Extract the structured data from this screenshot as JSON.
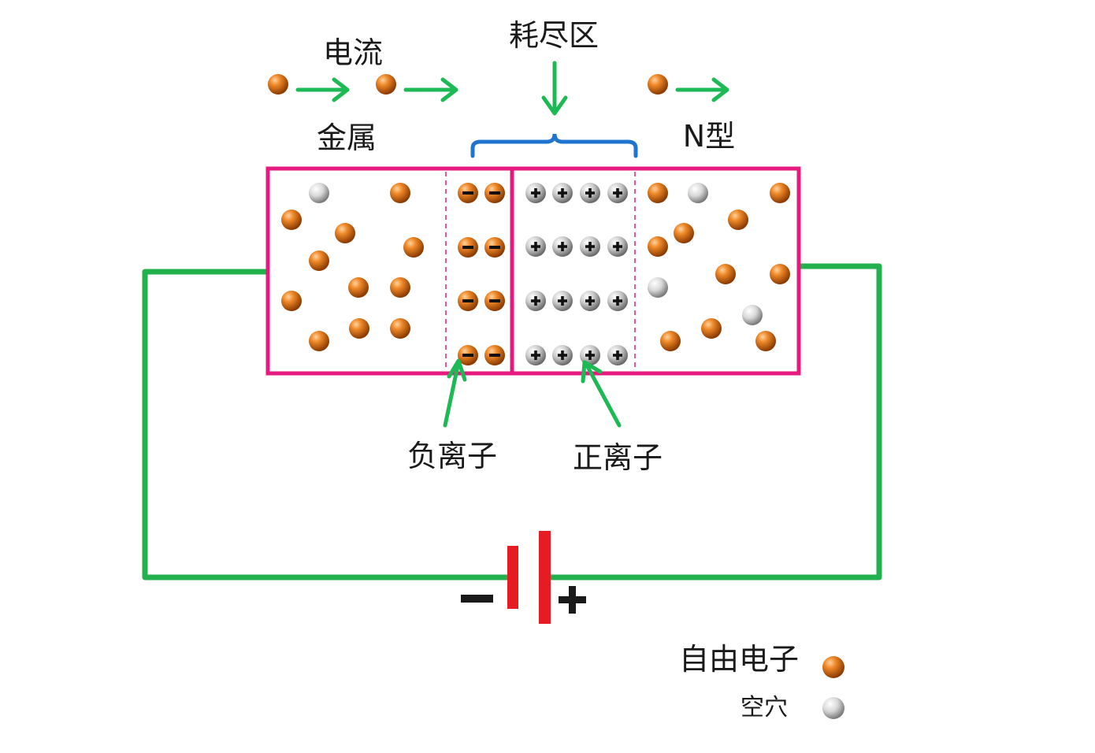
{
  "labels": {
    "current": "电流",
    "depletion": "耗尽区",
    "metal": "金属",
    "n_type": "N型",
    "negative_ion": "负离子",
    "positive_ion": "正离子",
    "battery_minus": "−",
    "battery_plus": "+"
  },
  "legend": {
    "free_electron": "自由电子",
    "hole": "空穴"
  },
  "colors": {
    "wire": "#22b14c",
    "arrow": "#1db954",
    "box": "#e6197f",
    "bracket": "#1f74d0",
    "battery": "#e61c24",
    "electron": "#d9650b",
    "hole": "#d0d0d0"
  }
}
